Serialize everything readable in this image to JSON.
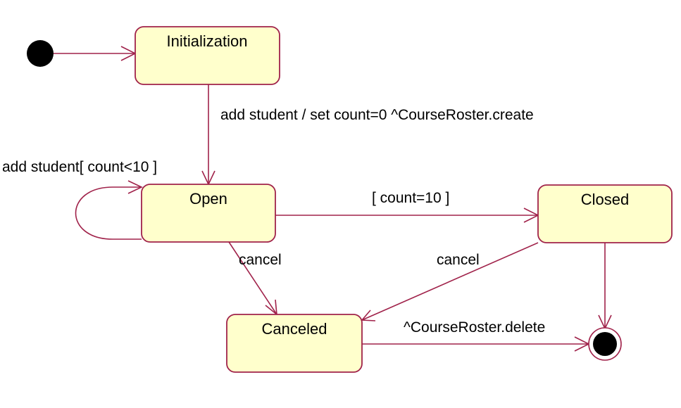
{
  "states": {
    "initialization": "Initialization",
    "open": "Open",
    "closed": "Closed",
    "canceled": "Canceled"
  },
  "transitions": {
    "init_to_open": "add student / set count=0 ^CourseRoster.create",
    "open_self": "add student[ count<10 ]",
    "open_to_closed": "[ count=10 ]",
    "open_to_canceled": "cancel",
    "closed_to_canceled": "cancel",
    "canceled_to_final": "^CourseRoster.delete"
  },
  "colors": {
    "state_fill": "#ffffcc",
    "line": "#a0224a",
    "node": "#000000"
  }
}
